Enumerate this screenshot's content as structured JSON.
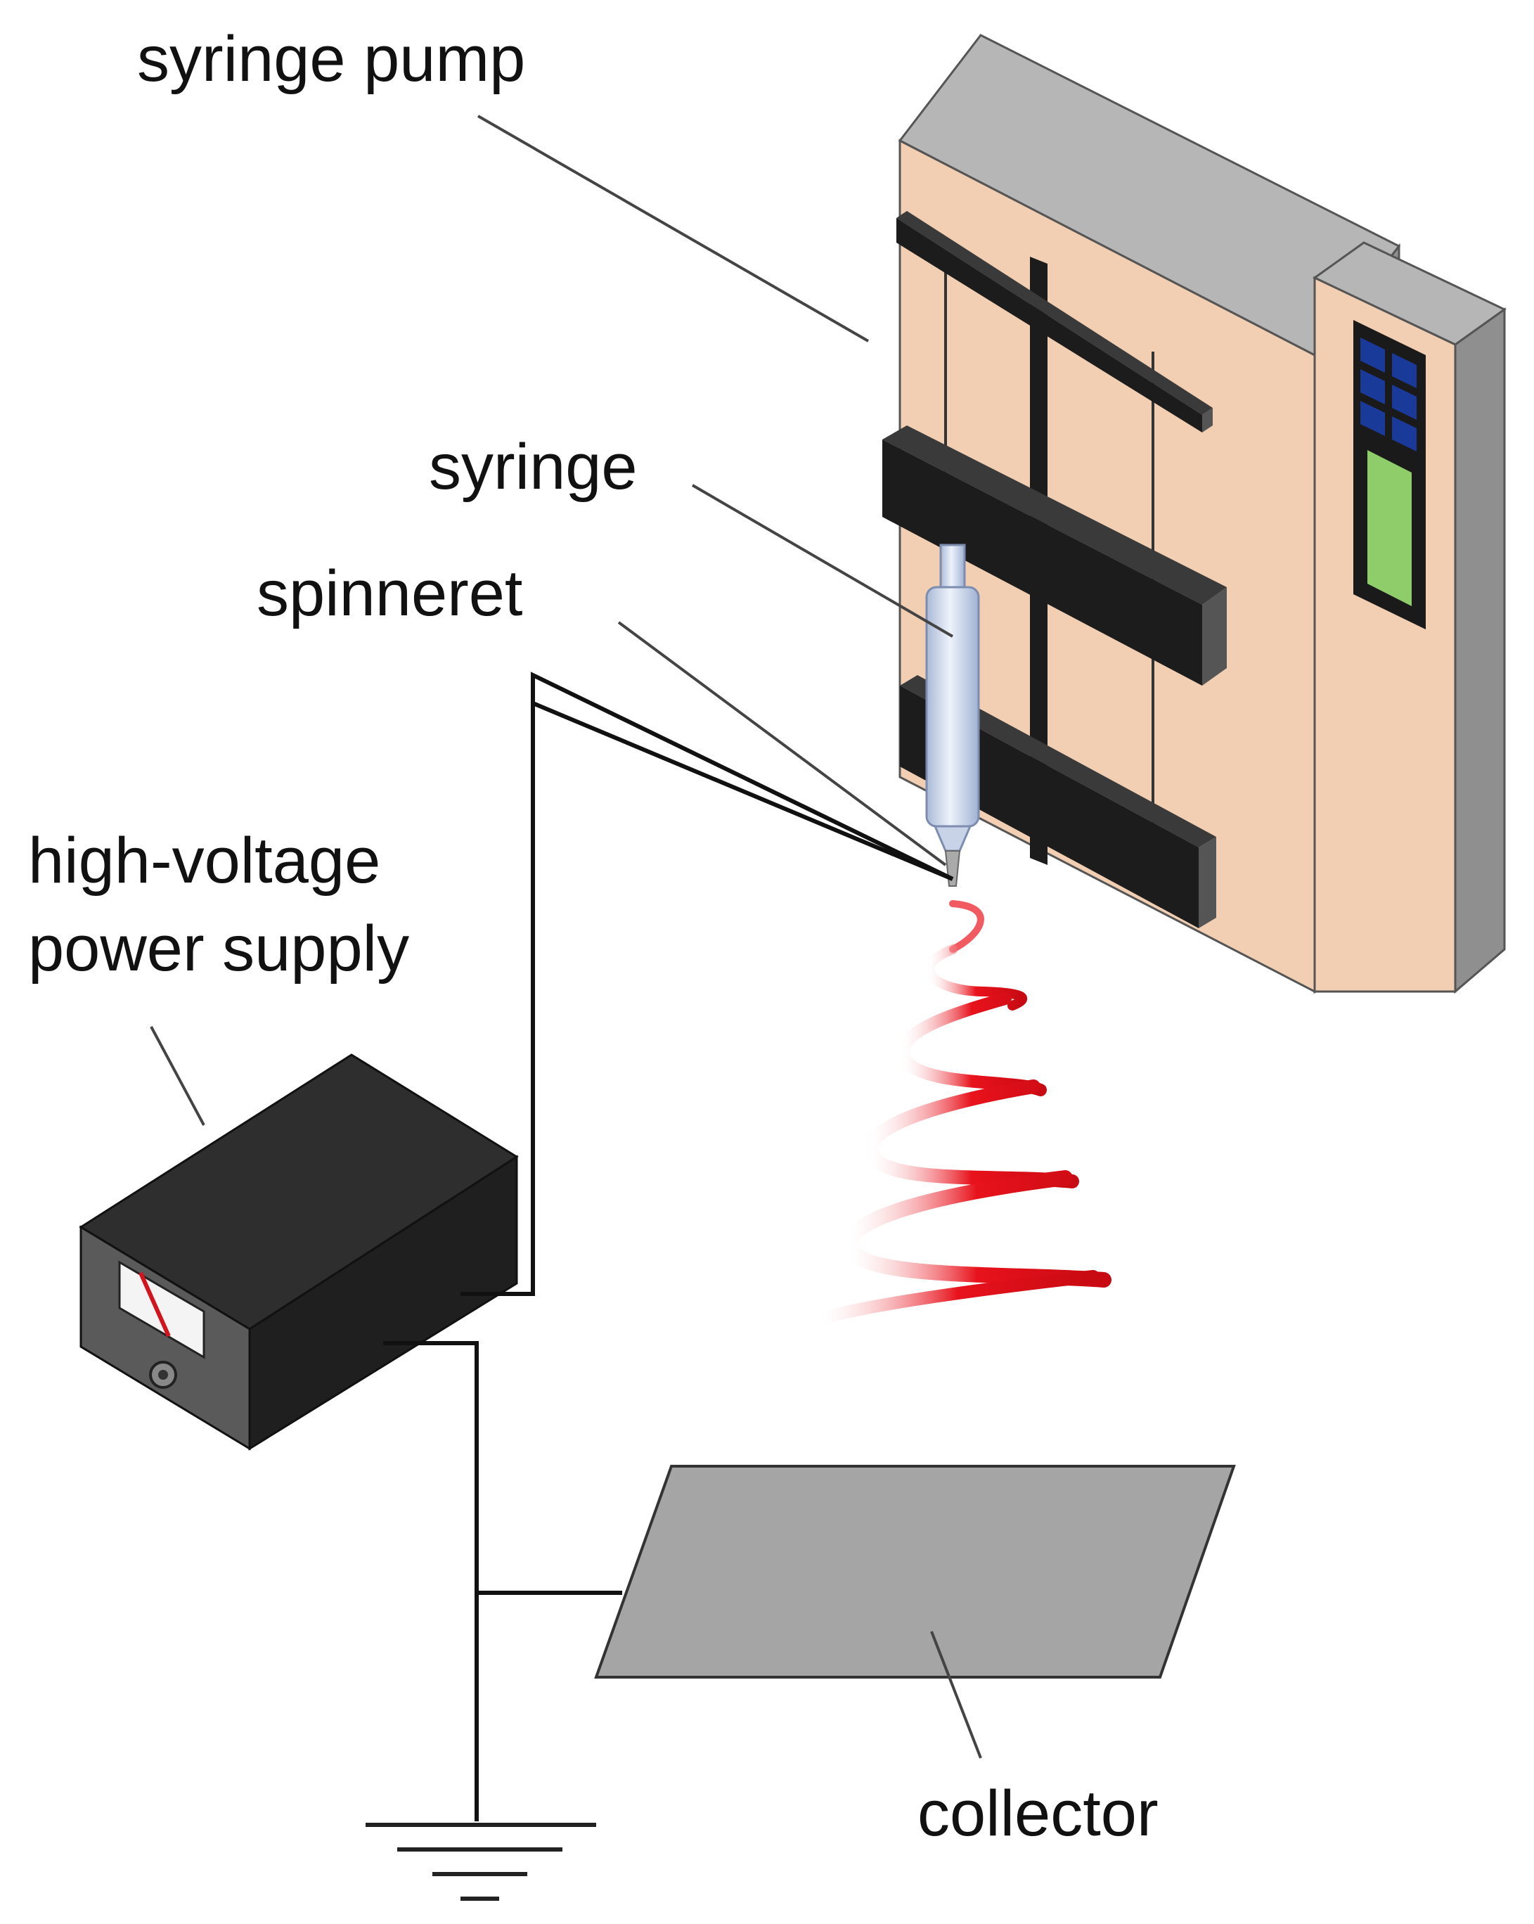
{
  "labels": {
    "syringe_pump": "syringe pump",
    "syringe": "syringe",
    "spinneret": "spinneret",
    "power_supply_line1": "high-voltage",
    "power_supply_line2": "power supply",
    "collector": "collector"
  },
  "colors": {
    "pump_face": "#f2cfb3",
    "pump_side": "#9a9a9a",
    "pump_top": "#b6b6b6",
    "bar": "#1c1c1c",
    "syringe_body": "#cfdcf0",
    "jet": "#e8121c",
    "collector": "#a5a5a5",
    "power_box": "#2b2b2b",
    "display": "#8fcc6a",
    "keypad": "#1a3a9a"
  }
}
